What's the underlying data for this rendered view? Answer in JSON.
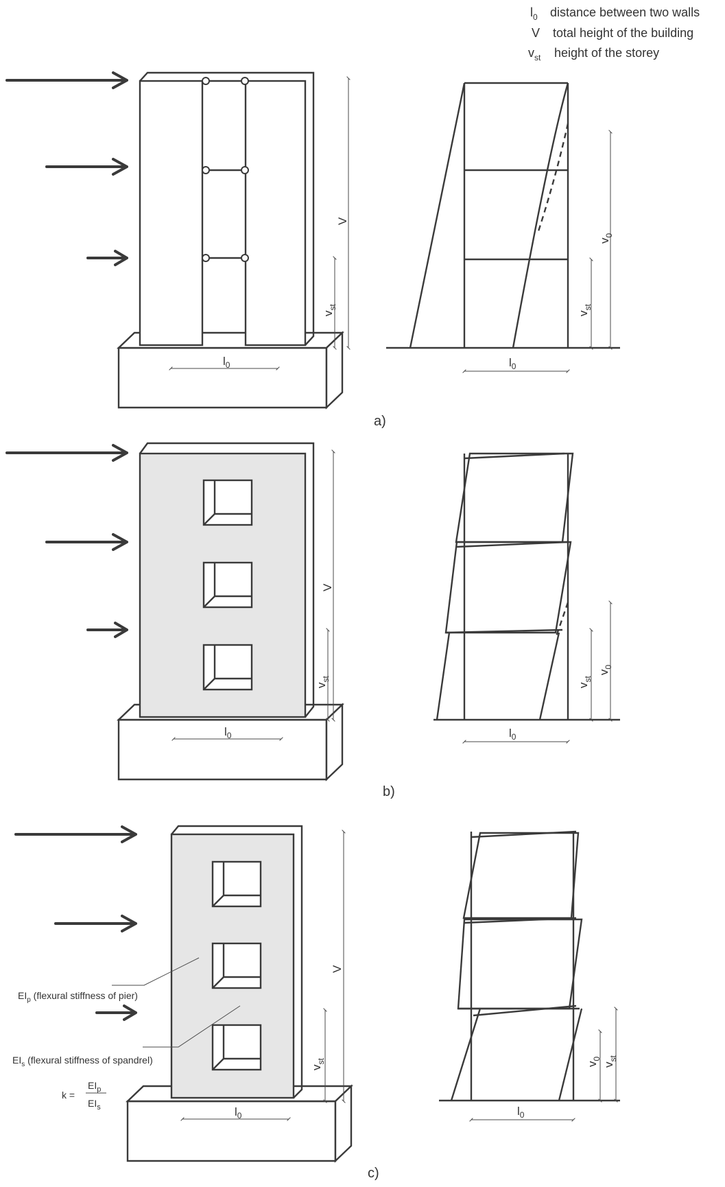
{
  "legend": {
    "l0": {
      "symbol": "l",
      "sub": "0",
      "text": "distance between two walls"
    },
    "V": {
      "symbol": "V",
      "text": "total height of the building"
    },
    "vst": {
      "symbol": "v",
      "sub": "st",
      "text": "height of the storey"
    }
  },
  "captions": {
    "a": "a)",
    "b": "b)",
    "c": "c)"
  },
  "dims": {
    "l": "l",
    "l_sub": "0",
    "V": "V",
    "v": "v",
    "st": "st",
    "zero": "0"
  },
  "annotations": {
    "pier": {
      "pre": "EI",
      "sub": "p",
      "text": " (flexural stiffness of pier)"
    },
    "spandrel": {
      "pre": "EI",
      "sub": "s",
      "text": " (flexural stiffness of spandrel)"
    },
    "formula": {
      "k": "k =",
      "num": "EI",
      "num_sub": "p",
      "den": "EI",
      "den_sub": "s"
    }
  }
}
